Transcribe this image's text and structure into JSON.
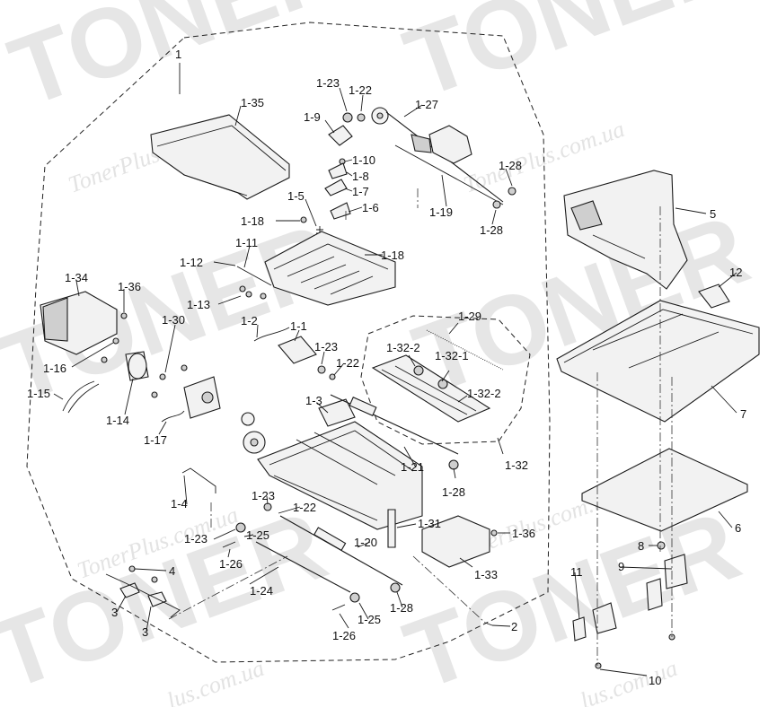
{
  "watermark": {
    "brand": "TONER",
    "site": "TonerPlus.com.ua",
    "site_short": "lus.com.ua"
  },
  "labels": {
    "l1": "1",
    "l1_35": "1-35",
    "l1_23a": "1-23",
    "l1_22a": "1-22",
    "l1_27": "1-27",
    "l1_9": "1-9",
    "l1_10": "1-10",
    "l1_8": "1-8",
    "l1_7": "1-7",
    "l1_6": "1-6",
    "l1_28a": "1-28",
    "l1_19": "1-19",
    "l1_28b": "1-28",
    "l1_5": "1-5",
    "l1_18a": "1-18",
    "l1_18b": "1-18",
    "l1_11": "1-11",
    "l1_12": "1-12",
    "l1_13": "1-13",
    "l1_34": "1-34",
    "l1_36a": "1-36",
    "l1_30": "1-30",
    "l1_2": "1-2",
    "l1_1": "1-1",
    "l1_23b": "1-23",
    "l1_22b": "1-22",
    "l1_29": "1-29",
    "l1_32_2a": "1-32-2",
    "l1_32_1": "1-32-1",
    "l1_32_2b": "1-32-2",
    "l1_16": "1-16",
    "l1_15": "1-15",
    "l1_14": "1-14",
    "l1_3": "1-3",
    "l1_17": "1-17",
    "l1_21": "1-21",
    "l1_32": "1-32",
    "l1_28c": "1-28",
    "l1_4": "1-4",
    "l1_23c": "1-23",
    "l1_22c": "1-22",
    "l1_23d": "1-23",
    "l1_25a": "1-25",
    "l1_26a": "1-26",
    "l1_31": "1-31",
    "l1_36b": "1-36",
    "l1_20": "1-20",
    "l1_33": "1-33",
    "l1_24": "1-24",
    "l1_28d": "1-28",
    "l1_25b": "1-25",
    "l1_26b": "1-26",
    "l2": "2",
    "l3a": "3",
    "l3b": "3",
    "l4": "4",
    "l5": "5",
    "l6": "6",
    "l7": "7",
    "l8": "8",
    "l9": "9",
    "l10": "10",
    "l11": "11",
    "l12": "12"
  }
}
